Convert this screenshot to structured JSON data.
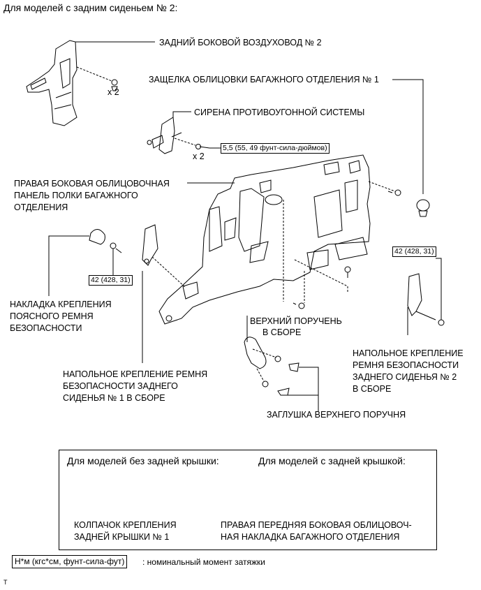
{
  "header": {
    "title": "Для моделей с задним сиденьем № 2:"
  },
  "labels": {
    "air_duct": "ЗАДНИЙ БОКОВОЙ ВОЗДУХОВОД № 2",
    "clip_trim": "ЗАЩЕЛКА ОБЛИЦОВКИ БАГАЖНОГО ОТДЕЛЕНИЯ № 1",
    "siren": "СИРЕНА ПРОТИВОУГОННОЙ СИСТЕМЫ",
    "side_panel": [
      "ПРАВАЯ БОКОВАЯ ОБЛИЦОВОЧНАЯ",
      "ПАНЕЛЬ ПОЛКИ БАГАЖНОГО",
      "ОТДЕЛЕНИЯ"
    ],
    "lap_belt_cover": [
      "НАКЛАДКА КРЕПЛЕНИЯ",
      "ПОЯСНОГО РЕМНЯ",
      "БЕЗОПАСНОСТИ"
    ],
    "rear_seat_belt_1": [
      "НАПОЛЬНОЕ КРЕПЛЕНИЕ РЕМНЯ",
      "БЕЗОПАСНОСТИ ЗАДНЕГО",
      "СИДЕНЬЯ № 1 В СБОРЕ"
    ],
    "upper_handle": [
      "ВЕРХНИЙ ПОРУЧЕНЬ",
      "В СБОРЕ"
    ],
    "handle_plug": "ЗАГЛУШКА ВЕРХНЕГО ПОРУЧНЯ",
    "rear_seat_belt_2": [
      "НАПОЛЬНОЕ КРЕПЛЕНИЕ",
      "РЕМНЯ БЕЗОПАСНОСТИ",
      "ЗАДНЕГО СИДЕНЬЯ № 2",
      "В СБОРЕ"
    ]
  },
  "quantities": {
    "duct_qty": "x 2",
    "siren_qty": "x 2"
  },
  "torques": {
    "siren": "5,5 (55, 49 фунт-сила-дюймов)",
    "belt_1": "42 (428, 31)",
    "belt_2": "42 (428, 31)"
  },
  "inset": {
    "left_heading": "Для моделей без задней крышки:",
    "right_heading": "Для моделей с задней крышкой:",
    "left_part": [
      "КОЛПАЧОК КРЕПЛЕНИЯ",
      "ЗАДНЕЙ КРЫШКИ № 1"
    ],
    "right_part": [
      "ПРАВАЯ ПЕРЕДНЯЯ БОКОВАЯ ОБЛИЦОВОЧ-",
      "НАЯ НАКЛАДКА БАГАЖНОГО ОТДЕЛЕНИЯ"
    ]
  },
  "legend": {
    "unit": "Н*м (кгс*см, фунт-сила-фут)",
    "description": ": номинальный момент затяжки"
  },
  "footer": {
    "mark": "T"
  }
}
